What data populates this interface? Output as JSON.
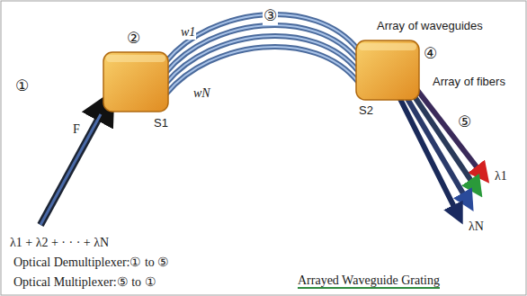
{
  "diagram": {
    "caption": "Arrayed Waveguide Grating",
    "labels": [
      "①",
      "F",
      "②",
      "S1",
      "w1",
      "③",
      "wN",
      "Array of waveguides",
      "④",
      "S2",
      "Array of fibers",
      "⑤",
      "λ1",
      "λN",
      "λ1 + λ2 + · · · + λN",
      "Optical Demultiplexer:① to ⑤",
      "Optical Multiplexer:⑤ to ①"
    ]
  }
}
